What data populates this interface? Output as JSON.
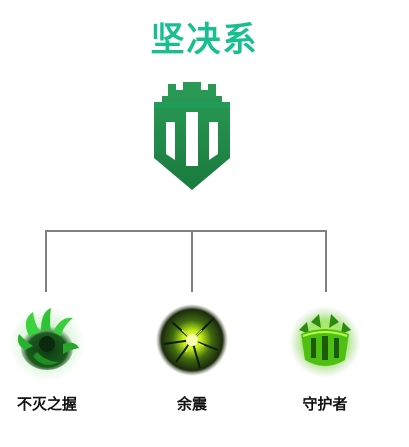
{
  "header": {
    "title": "坚决系",
    "title_color": "#18c08f",
    "emblem_icon": "fortress-tower-icon",
    "emblem_color": "#1f8e4c"
  },
  "skill_tree": {
    "connector_color": "#808080",
    "skills": [
      {
        "name": "不灭之握",
        "icon": "grasp-of-the-undying-icon"
      },
      {
        "name": "余震",
        "icon": "aftershock-icon"
      },
      {
        "name": "守护者",
        "icon": "guardian-icon"
      }
    ]
  }
}
